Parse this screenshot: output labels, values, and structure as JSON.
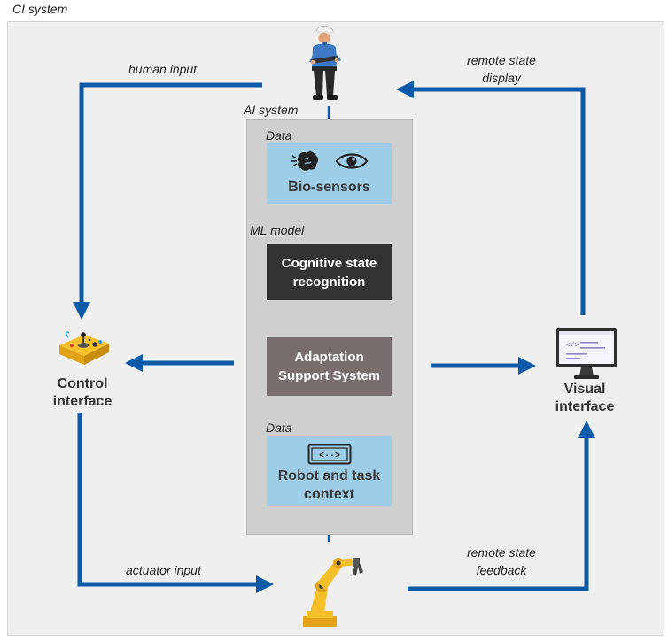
{
  "title": "CI system",
  "labels": {
    "human_input": "human input",
    "remote_state_display_1": "remote state",
    "remote_state_display_2": "display",
    "ai_system": "AI system",
    "data_top": "Data",
    "ml_model": "ML model",
    "data_bottom": "Data",
    "actuator_input": "actuator input",
    "remote_state_feedback_1": "remote state",
    "remote_state_feedback_2": "feedback"
  },
  "boxes": {
    "bio_sensors": "Bio-sensors",
    "cognitive_1": "Cognitive state",
    "cognitive_2": "recognition",
    "adaptation_1": "Adaptation",
    "adaptation_2": "Support System",
    "robot_1": "Robot and task",
    "robot_2": "context"
  },
  "nodes": {
    "control_1": "Control",
    "control_2": "interface",
    "visual_1": "Visual",
    "visual_2": "interface"
  },
  "colors": {
    "arrow": "#0d5aa8",
    "blue_box": "#9ecde8",
    "dark_box": "#333333",
    "grey_box": "#786e6e",
    "panel": "#cfcfcf"
  }
}
